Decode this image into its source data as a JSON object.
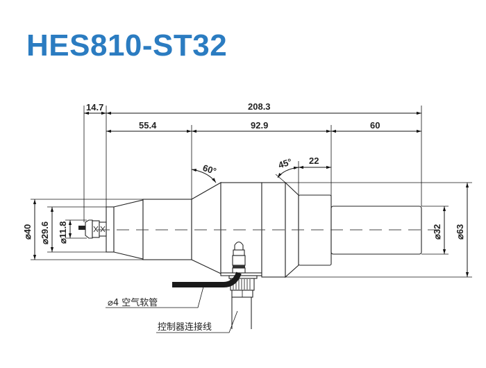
{
  "title": "HES810-ST32",
  "colors": {
    "title": "#2b7cc1",
    "lines": "#111111",
    "hose": "#1a1a1a"
  },
  "dimensions": {
    "overall_length": "208.3",
    "nose_length": "14.7",
    "front_section": "55.4",
    "middle_section": "92.9",
    "spindle_length": "60",
    "step_length": "22",
    "taper_angle": "60°",
    "chamfer_angle": "45°",
    "dia_collet": "⌀11.8",
    "dia_nose": "⌀29.6",
    "dia_front": "⌀40",
    "dia_spindle": "⌀32",
    "dia_body": "⌀63"
  },
  "callouts": {
    "air_hose": "⌀4 空气软管",
    "controller_cable": "控制器连接线"
  }
}
